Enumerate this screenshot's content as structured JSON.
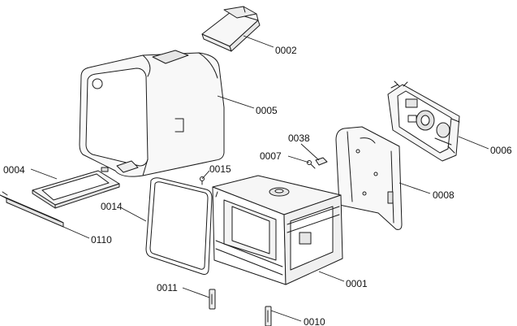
{
  "parts": [
    {
      "id": "p0002",
      "number": "0002"
    },
    {
      "id": "p0005",
      "number": "0005"
    },
    {
      "id": "p0006",
      "number": "0006"
    },
    {
      "id": "p0038",
      "number": "0038"
    },
    {
      "id": "p0007",
      "number": "0007"
    },
    {
      "id": "p0008",
      "number": "0008"
    },
    {
      "id": "p0004",
      "number": "0004"
    },
    {
      "id": "p0015",
      "number": "0015"
    },
    {
      "id": "p0014",
      "number": "0014"
    },
    {
      "id": "p0110",
      "number": "0110"
    },
    {
      "id": "p0001",
      "number": "0001"
    },
    {
      "id": "p0011",
      "number": "0011"
    },
    {
      "id": "p0010",
      "number": "0010"
    }
  ]
}
